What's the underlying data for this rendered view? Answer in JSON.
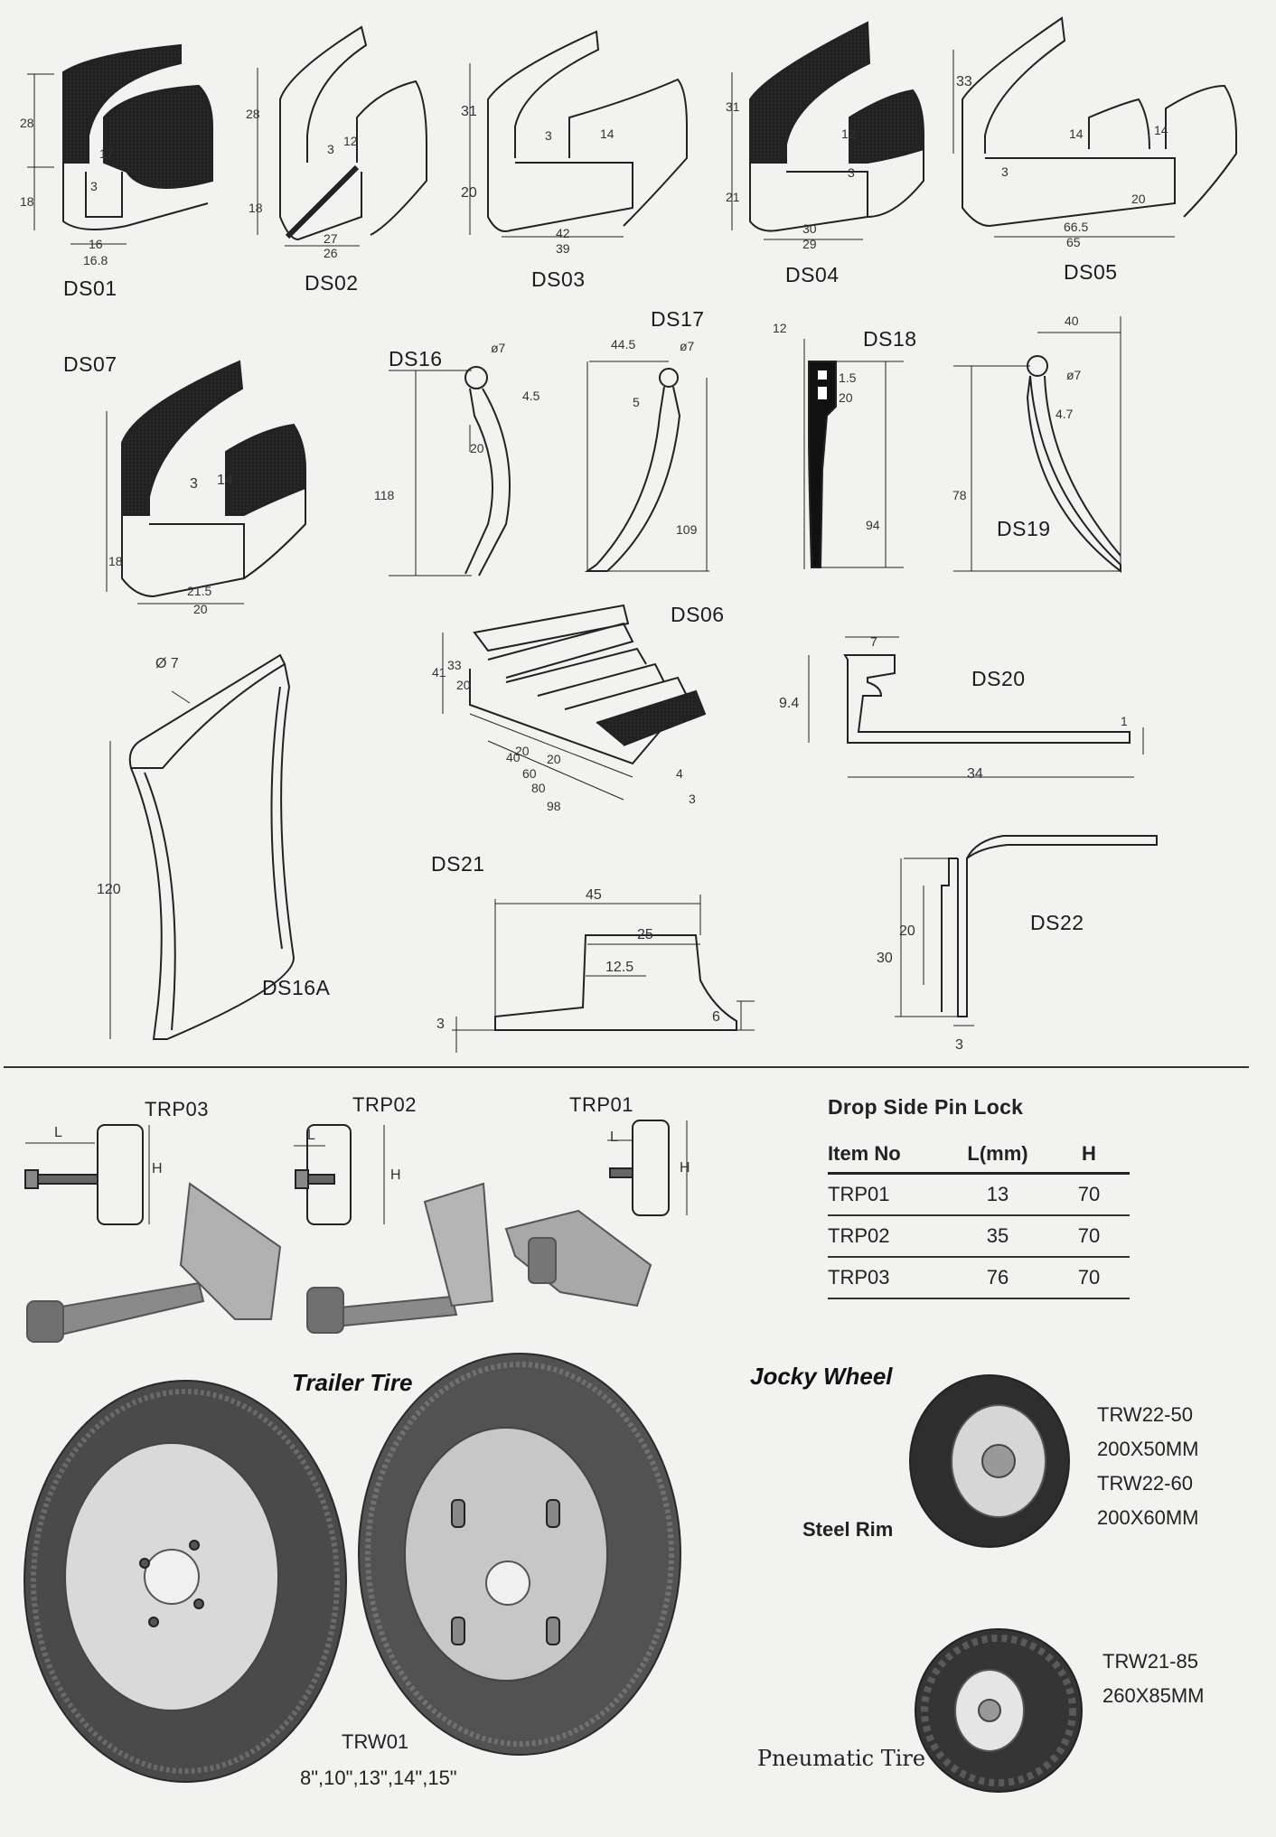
{
  "products": {
    "ds01": {
      "code": "DS01",
      "dims": [
        "28",
        "17",
        "3",
        "18",
        "16",
        "16.8"
      ]
    },
    "ds02": {
      "code": "DS02",
      "dims": [
        "28",
        "12",
        "3",
        "18",
        "27",
        "26"
      ]
    },
    "ds03": {
      "code": "DS03",
      "dims": [
        "31",
        "3",
        "14",
        "20",
        "42",
        "39"
      ]
    },
    "ds04": {
      "code": "DS04",
      "dims": [
        "31",
        "12",
        "3",
        "21",
        "30",
        "29"
      ]
    },
    "ds05": {
      "code": "DS05",
      "dims": [
        "33",
        "14",
        "14",
        "3",
        "20",
        "66.5",
        "65"
      ]
    },
    "ds07": {
      "code": "DS07",
      "dims": [
        "3",
        "14",
        "18",
        "21.5",
        "20"
      ]
    },
    "ds16": {
      "code": "DS16",
      "dims": [
        "ø7",
        "4.5",
        "20",
        "118"
      ]
    },
    "ds17": {
      "code": "DS17",
      "dims": [
        "44.5",
        "ø7",
        "5",
        "109"
      ]
    },
    "ds18": {
      "code": "DS18",
      "dims": [
        "12",
        "1.5",
        "20",
        "94"
      ]
    },
    "ds19": {
      "code": "DS19",
      "dims": [
        "40",
        "ø7",
        "4.7",
        "78"
      ]
    },
    "ds06": {
      "code": "DS06",
      "dims": [
        "41",
        "33",
        "20",
        "20",
        "20",
        "40",
        "60",
        "80",
        "98",
        "4",
        "3"
      ]
    },
    "ds20": {
      "code": "DS20",
      "dims": [
        "7",
        "9.4",
        "1",
        "34"
      ]
    },
    "ds16a": {
      "code": "DS16A",
      "dims": [
        "Ø 7",
        "120"
      ]
    },
    "ds21": {
      "code": "DS21",
      "dims": [
        "45",
        "25",
        "12.5",
        "3",
        "6"
      ]
    },
    "ds22": {
      "code": "DS22",
      "dims": [
        "20",
        "30",
        "3"
      ]
    }
  },
  "pins": {
    "trp03": {
      "code": "TRP03",
      "l": "L",
      "h": "H"
    },
    "trp02": {
      "code": "TRP02",
      "l": "L",
      "h": "H"
    },
    "trp01": {
      "code": "TRP01",
      "l": "L",
      "h": "H"
    }
  },
  "pin_table": {
    "title": "Drop Side Pin Lock",
    "headers": [
      "Item No",
      "L(mm)",
      "H"
    ],
    "rows": [
      [
        "TRP01",
        "13",
        "70"
      ],
      [
        "TRP02",
        "35",
        "70"
      ],
      [
        "TRP03",
        "76",
        "70"
      ]
    ]
  },
  "trailer_tire": {
    "title": "Trailer Tire",
    "code": "TRW01",
    "sizes": "8\",10\",13\",14\",15\""
  },
  "jocky_wheel": {
    "title": "Jocky Wheel",
    "steel_rim": {
      "label": "Steel Rim",
      "specs": [
        "TRW22-50",
        "200X50MM",
        "TRW22-60",
        "200X60MM"
      ]
    },
    "pneumatic": {
      "label": "Pneumatic Tire",
      "specs": [
        "TRW21-85",
        "260X85MM"
      ]
    }
  }
}
